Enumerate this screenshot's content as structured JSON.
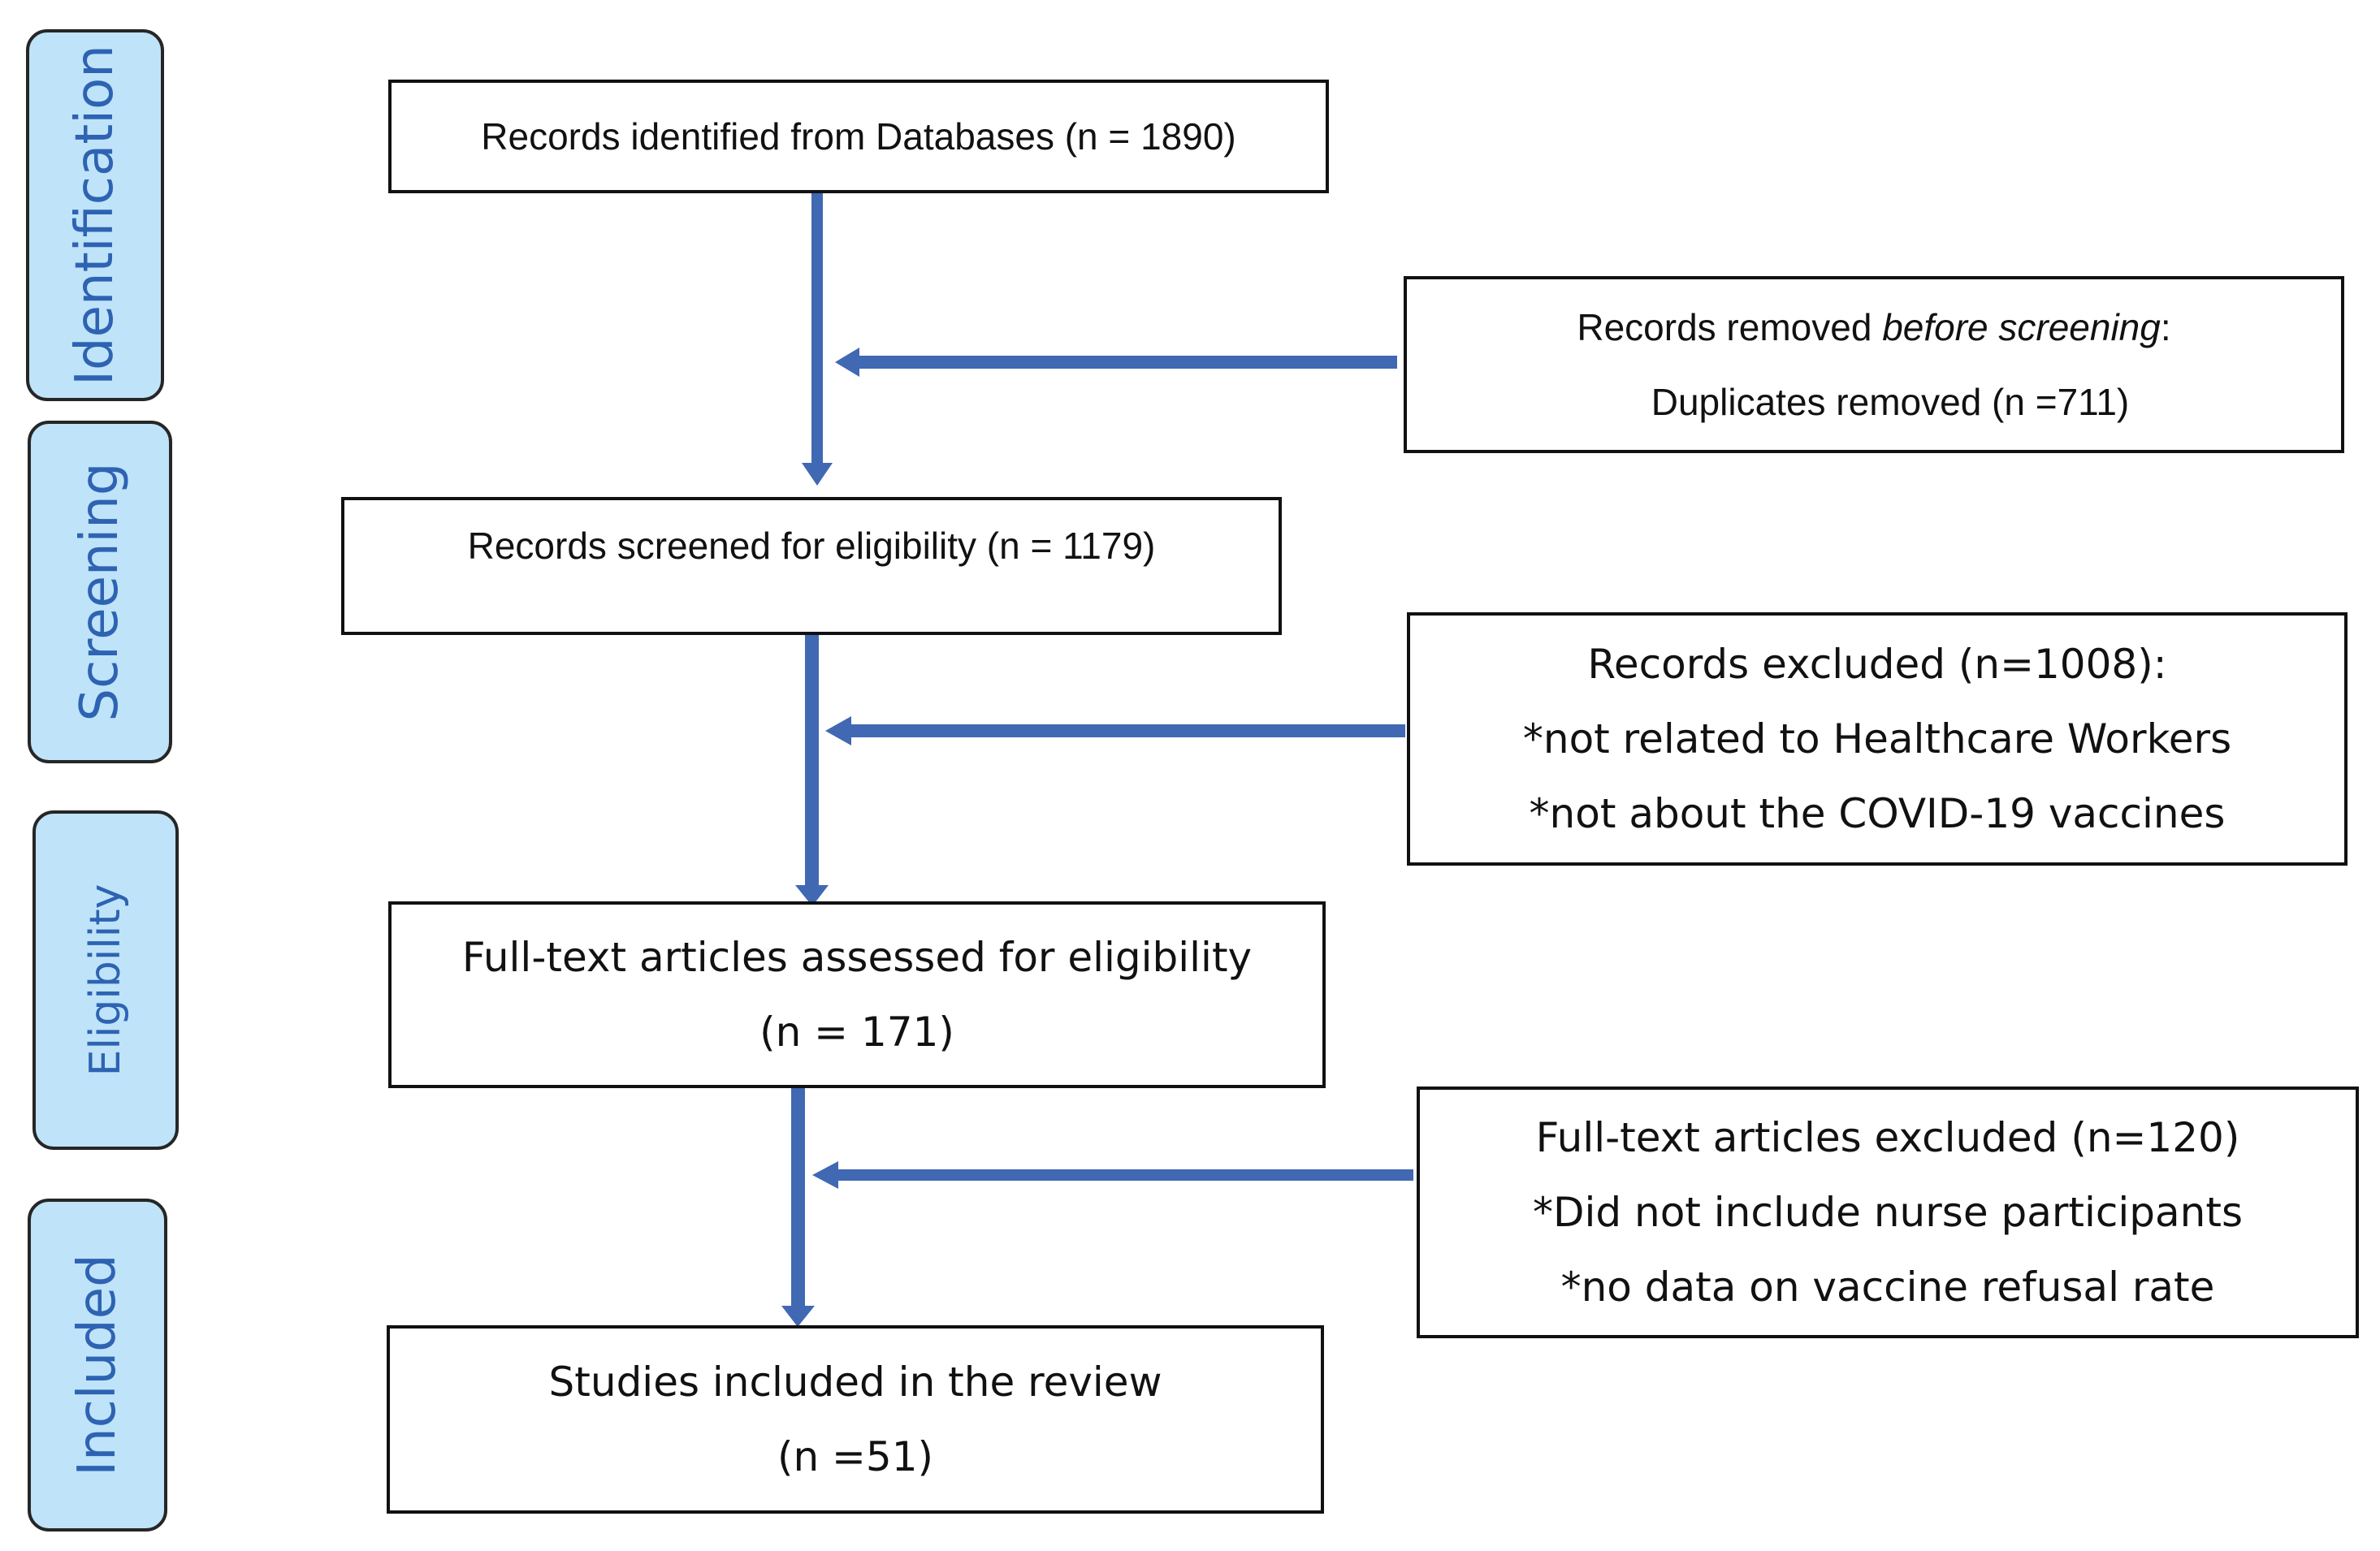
{
  "phases": {
    "identification": "Identification",
    "screening": "Screening",
    "eligibility": "Eligibility",
    "included": "Included"
  },
  "boxes": {
    "identified": "Records identified from Databases (n = 1890)",
    "removed": {
      "line1_prefix": "Records removed ",
      "line1_italic": "before screening",
      "line1_suffix": ":",
      "line2": "Duplicates removed (n =711)"
    },
    "screened": "Records screened for eligibility (n = 1179)",
    "excluded_records": {
      "line1": "Records excluded (n=1008):",
      "line2": "*not related to Healthcare Workers",
      "line3": "*not about the COVID-19 vaccines"
    },
    "fulltext_assessed": {
      "line1": "Full-text articles assessed for eligibility",
      "line2": "(n = 171)"
    },
    "fulltext_excluded": {
      "line1": "Full-text articles excluded (n=120)",
      "line2": "*Did not include nurse participants",
      "line3": "*no data on vaccine refusal rate"
    },
    "included": {
      "line1": "Studies included in the review",
      "line2": "(n =51)"
    }
  },
  "colors": {
    "arrow": "#4068b3",
    "phase_fill": "#bfe3f8",
    "phase_text": "#2e63b3",
    "box_border": "#111111"
  }
}
